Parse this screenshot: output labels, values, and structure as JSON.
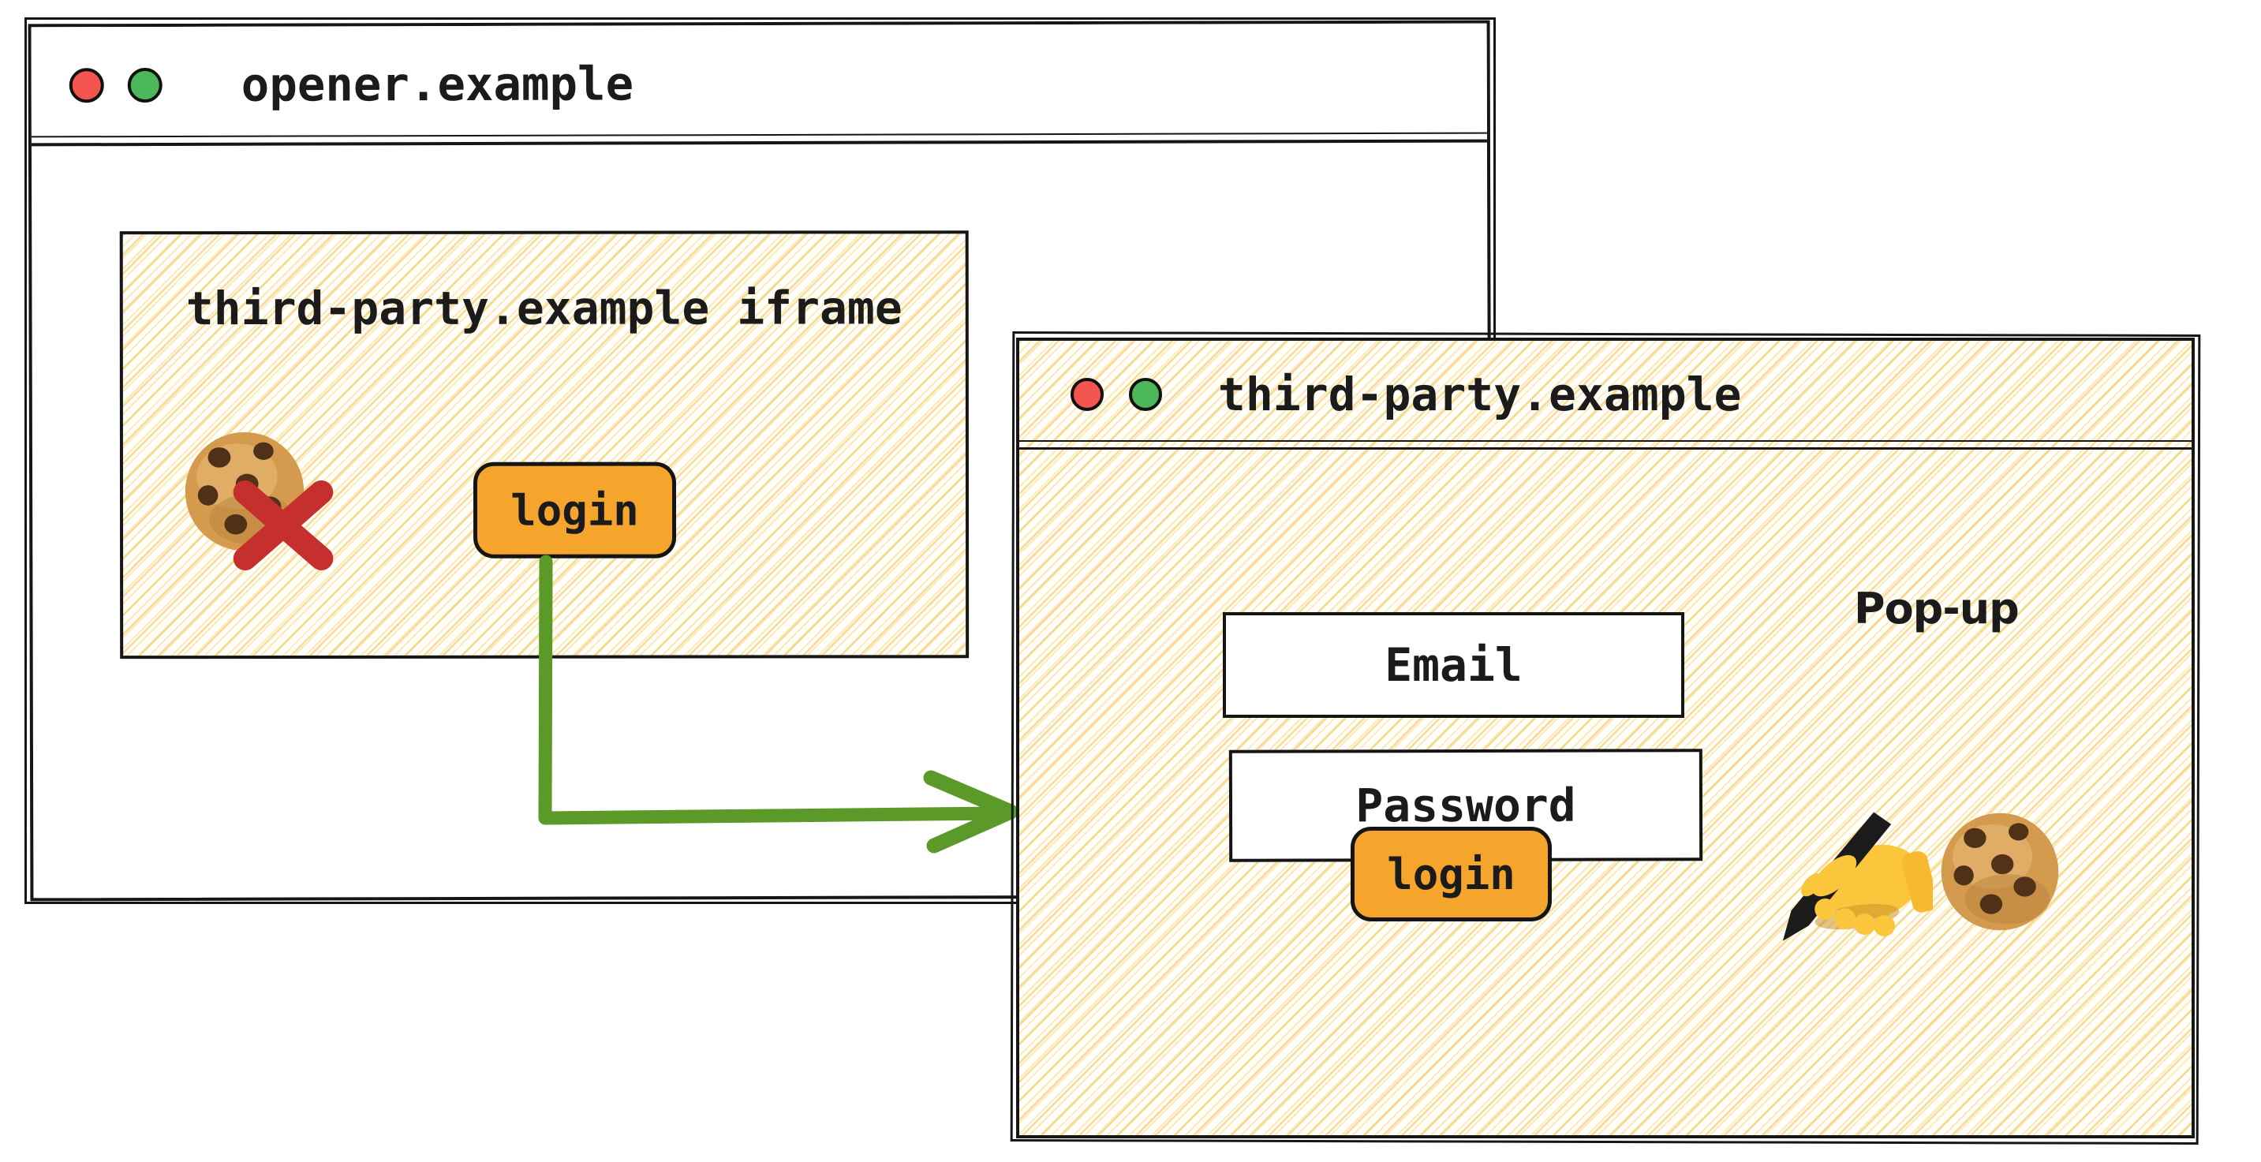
{
  "opener_window": {
    "title": "opener.example",
    "iframe": {
      "label": "third-party.example iframe",
      "login_button_label": "login"
    }
  },
  "popup_window": {
    "title": "third-party.example",
    "window_type_label": "Pop-up",
    "email_field_label": "Email",
    "password_field_label": "Password",
    "login_button_label": "login"
  },
  "icons": {
    "traffic_lights": [
      "close-button",
      "minimize-button"
    ],
    "blocked_cookie": "cookie-with-red-cross",
    "writing_hand": "writing-hand",
    "cookie": "cookie",
    "arrow": "green-elbow-arrow"
  },
  "colors": {
    "button_orange": "#F5A42C",
    "arrow_green": "#5B9A28",
    "cross_red": "#C52F2E",
    "traffic_light_red": "#F4544E",
    "traffic_light_green": "#4CB85A",
    "hatch_yellow": "#F2C454",
    "ink": "#161616"
  }
}
